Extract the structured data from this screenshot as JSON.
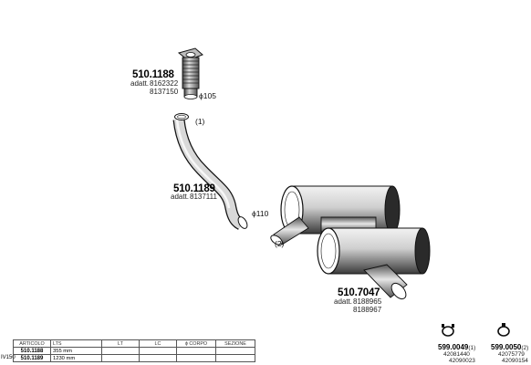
{
  "parts": [
    {
      "code": "510.1188",
      "ref_label": "adatt.",
      "refs": [
        "8162322",
        "8137150"
      ],
      "diameter": "ϕ105"
    },
    {
      "code": "510.1189",
      "ref_label": "adatt.",
      "refs": [
        "8137111"
      ],
      "diameter": "ϕ110",
      "note": "(1)"
    },
    {
      "code": "510.7047",
      "ref_label": "adatt.",
      "refs": [
        "8188965",
        "8188967"
      ],
      "note": "(2)"
    }
  ],
  "clamps": [
    {
      "code": "599.0049",
      "note": "(1)",
      "refs": [
        "42081440",
        "42090023"
      ]
    },
    {
      "code": "599.0050",
      "note": "(2)",
      "refs": [
        "42075779",
        "42090154"
      ]
    }
  ],
  "table": {
    "side_label": "IV150",
    "headers": [
      "ARTICOLO",
      "LTS",
      "LT",
      "LC",
      "ϕ CORPO",
      "SEZIONE"
    ],
    "rows": [
      [
        "510.1188",
        "355 mm",
        "",
        "",
        "",
        ""
      ],
      [
        "510.1189",
        "1230 mm",
        "",
        "",
        "",
        ""
      ]
    ]
  }
}
